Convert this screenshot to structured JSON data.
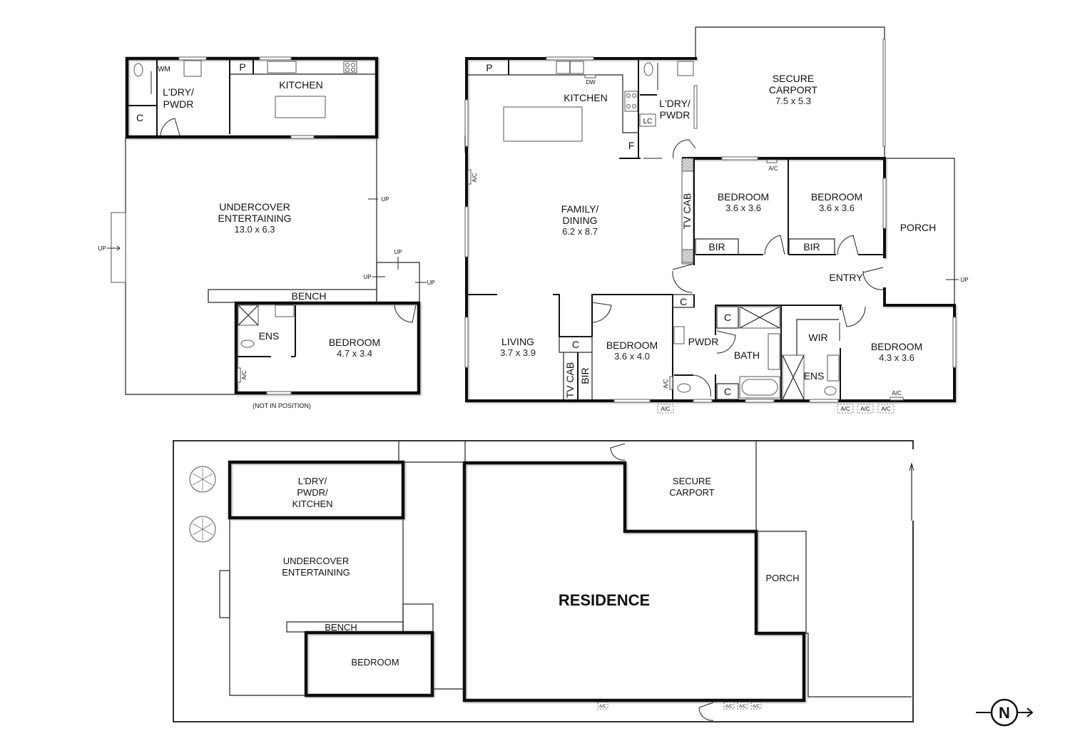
{
  "outbuilding": {
    "laundry_powder": {
      "label_line1": "L'DRY/",
      "label_line2": "PWDR"
    },
    "wm": "WM",
    "cupboard": "C",
    "pantry": "P",
    "kitchen": "KITCHEN",
    "undercover": {
      "label_line1": "UNDERCOVER",
      "label_line2": "ENTERTAINING",
      "dims": "13.0 x 6.3"
    },
    "bench": "BENCH",
    "ensuite": "ENS",
    "bedroom": {
      "label": "BEDROOM",
      "dims": "4.7 x 3.4"
    },
    "ac": "A/C",
    "not_in_position": "(NOT IN POSITION)",
    "up_labels": [
      "UP",
      "UP",
      "UP",
      "UP",
      "UP"
    ]
  },
  "residence": {
    "pantry": "P",
    "dishwasher": "DW",
    "kitchen": "KITCHEN",
    "laundry_powder": {
      "label_line1": "L'DRY/",
      "label_line2": "PWDR"
    },
    "linen_cupboard": "LC",
    "fridge": "F",
    "family_dining": {
      "label_line1": "FAMILY/",
      "label_line2": "DINING",
      "dims": "6.2 x 8.7"
    },
    "tv_cab": "TV CAB",
    "ac_family": "A/C",
    "carport": {
      "label_line1": "SECURE",
      "label_line2": "CARPORT",
      "dims": "7.5 x 5.3"
    },
    "bedroom2": {
      "label": "BEDROOM",
      "dims": "3.6 x 3.6",
      "bir": "BIR",
      "ac": "A/C"
    },
    "bedroom3": {
      "label": "BEDROOM",
      "dims": "3.6 x 3.6",
      "bir": "BIR"
    },
    "porch": "PORCH",
    "porch_up": "UP",
    "entry": "ENTRY",
    "living": {
      "label": "LIVING",
      "dims": "3.7 x 3.9"
    },
    "living_cupboard": "C",
    "living_tv_cab": "TV CAB",
    "living_bir": "BIR",
    "bedroom4": {
      "label": "BEDROOM",
      "dims": "3.6 x 4.0",
      "ac": "A/C"
    },
    "hall_cupboard": "C",
    "powder": "PWDR",
    "bath": "BATH",
    "bath_cupboard_top": "C",
    "bath_cupboard_bottom": "C",
    "wir": "WIR",
    "ensuite": "ENS",
    "master_bedroom": {
      "label": "BEDROOM",
      "dims": "4.3 x 3.6",
      "ac": "A/C"
    },
    "external_ac_units": [
      "A/C",
      "A/C",
      "A/C",
      "A/C"
    ]
  },
  "site_plan": {
    "laundry_kitchen": {
      "line1": "L'DRY/",
      "line2": "PWDR/",
      "line3": "KITCHEN"
    },
    "undercover": {
      "line1": "UNDERCOVER",
      "line2": "ENTERTAINING"
    },
    "bench": "BENCH",
    "bedroom": "BEDROOM",
    "residence": "RESIDENCE",
    "carport": {
      "line1": "SECURE",
      "line2": "CARPORT"
    },
    "porch": "PORCH",
    "ac_units": [
      "A/C",
      "A/C",
      "A/C",
      "A/C"
    ]
  },
  "north_arrow": {
    "label": "N"
  }
}
